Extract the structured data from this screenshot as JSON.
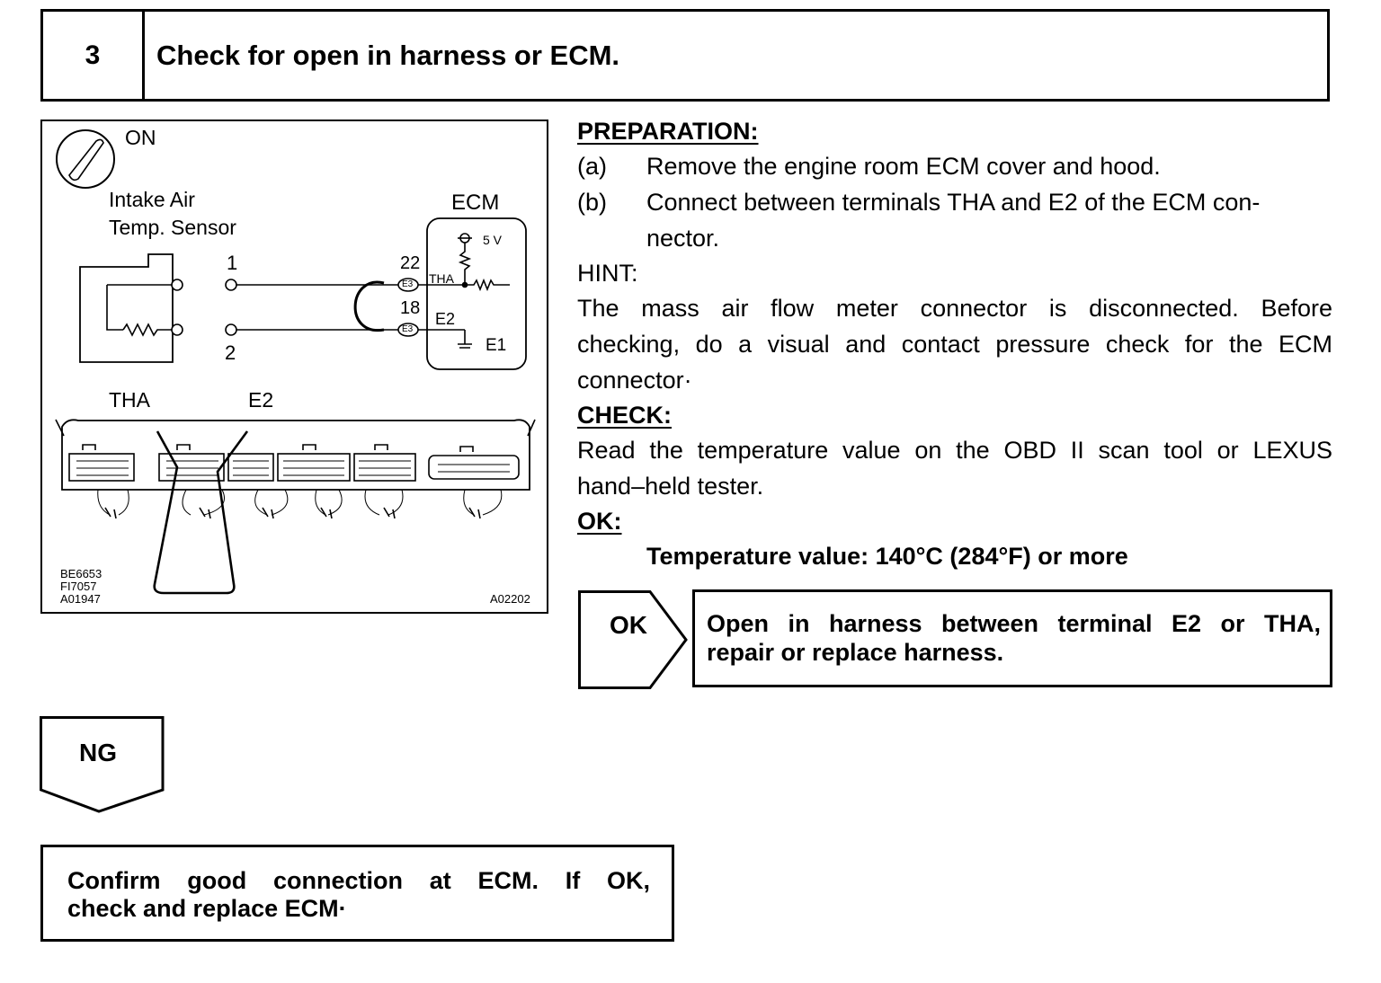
{
  "step": {
    "number": "3",
    "title": "Check for open in harness or ECM."
  },
  "diagram": {
    "ignition_label": "ON",
    "sensor_label_line1": "Intake Air",
    "sensor_label_line2": "Temp. Sensor",
    "ecm_label": "ECM",
    "voltage_label": "5 V",
    "sensor_pin1": "1",
    "sensor_pin2": "2",
    "ecm_pin_22": "22",
    "ecm_pin_18": "18",
    "connector_tag_1": "E3",
    "connector_tag_2": "E3",
    "tha_terminal": "THA",
    "e2_terminal": "E2",
    "e1_terminal": "E1",
    "connector_label_tha": "THA",
    "connector_label_e2": "E2",
    "ref_codes": [
      "BE6653",
      "FI7057",
      "A01947"
    ],
    "figure_code": "A02202"
  },
  "preparation": {
    "heading": "PREPARATION:",
    "a_marker": "(a)",
    "a_text": "Remove the engine room ECM cover and hood.",
    "b_marker": "(b)",
    "b_text_line1": "Connect between terminals THA and E2 of the ECM con-",
    "b_text_line2": "nector."
  },
  "hint": {
    "heading": "HINT:",
    "line1": "The mass air flow meter connector is disconnected. Before",
    "line2": "checking, do a visual and contact pressure check for the ECM",
    "line3": "connector·"
  },
  "check": {
    "heading": "CHECK:",
    "line1": "Read the temperature value on the OBD II scan tool or LEXUS",
    "line2": "hand–held tester."
  },
  "ok": {
    "heading": "OK:",
    "spec": "Temperature value: 140°C (284°F) or more"
  },
  "ok_branch": {
    "label": "OK",
    "result_line1": "Open in harness between terminal E2 or THA,",
    "result_line2": "repair or replace harness."
  },
  "ng_branch": {
    "label": "NG",
    "result_line1": "Confirm good connection at ECM. If OK,",
    "result_line2": "check and replace ECM·"
  }
}
